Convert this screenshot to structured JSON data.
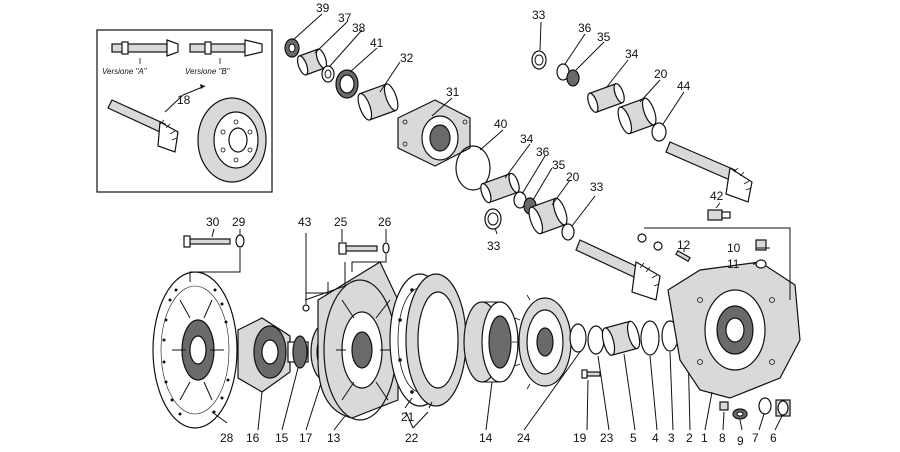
{
  "inset": {
    "version_a": "Versione \"A\"",
    "version_b": "Versione \"B\""
  },
  "callouts": {
    "c1": "1",
    "c2": "2",
    "c3": "3",
    "c4": "4",
    "c5": "5",
    "c6": "6",
    "c7": "7",
    "c8": "8",
    "c9": "9",
    "c10": "10",
    "c11": "11",
    "c12": "12",
    "c13": "13",
    "c14": "14",
    "c15": "15",
    "c16": "16",
    "c17": "17",
    "c18": "18",
    "c19": "19",
    "c20a": "20",
    "c20b": "20",
    "c21": "21",
    "c22": "22",
    "c23": "23",
    "c24": "24",
    "c25": "25",
    "c26": "26",
    "c28": "28",
    "c29": "29",
    "c30": "30",
    "c31": "31",
    "c32": "32",
    "c33a": "33",
    "c33b": "33",
    "c33c": "33",
    "c34a": "34",
    "c34b": "34",
    "c35a": "35",
    "c35b": "35",
    "c36a": "36",
    "c36b": "36",
    "c37": "37",
    "c38": "38",
    "c39": "39",
    "c40": "40",
    "c41": "41",
    "c42": "42",
    "c43": "43",
    "c44": "44"
  }
}
